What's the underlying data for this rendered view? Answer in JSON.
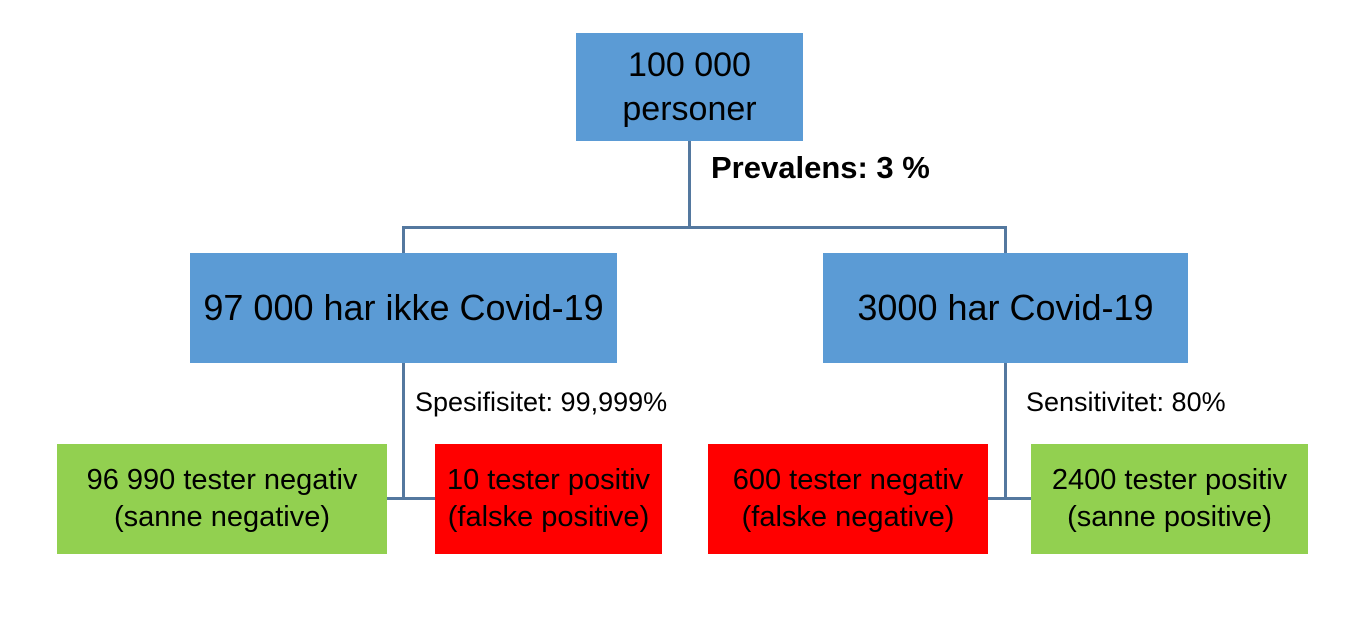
{
  "colors": {
    "box_blue": "#5B9BD5",
    "box_green": "#92D050",
    "box_red": "#FF0000",
    "connector_line": "#54789F",
    "text": "#000000",
    "background": "#FFFFFF"
  },
  "boxes": {
    "root": {
      "line1": "100 000",
      "line2": "personer"
    },
    "no_covid": {
      "text": "97 000 har ikke Covid-19"
    },
    "has_covid": {
      "text": "3000 har Covid-19"
    },
    "true_negative": {
      "line1": "96 990 tester negativ",
      "line2": "(sanne negative)"
    },
    "false_positive": {
      "line1": "10 tester positiv",
      "line2": "(falske positive)"
    },
    "false_negative": {
      "line1": "600 tester negativ",
      "line2": "(falske negative)"
    },
    "true_positive": {
      "line1": "2400 tester positiv",
      "line2": "(sanne positive)"
    }
  },
  "labels": {
    "prevalence": "Prevalens: 3 %",
    "specificity": "Spesifisitet: 99,999%",
    "sensitivity": "Sensitivitet: 80%"
  }
}
